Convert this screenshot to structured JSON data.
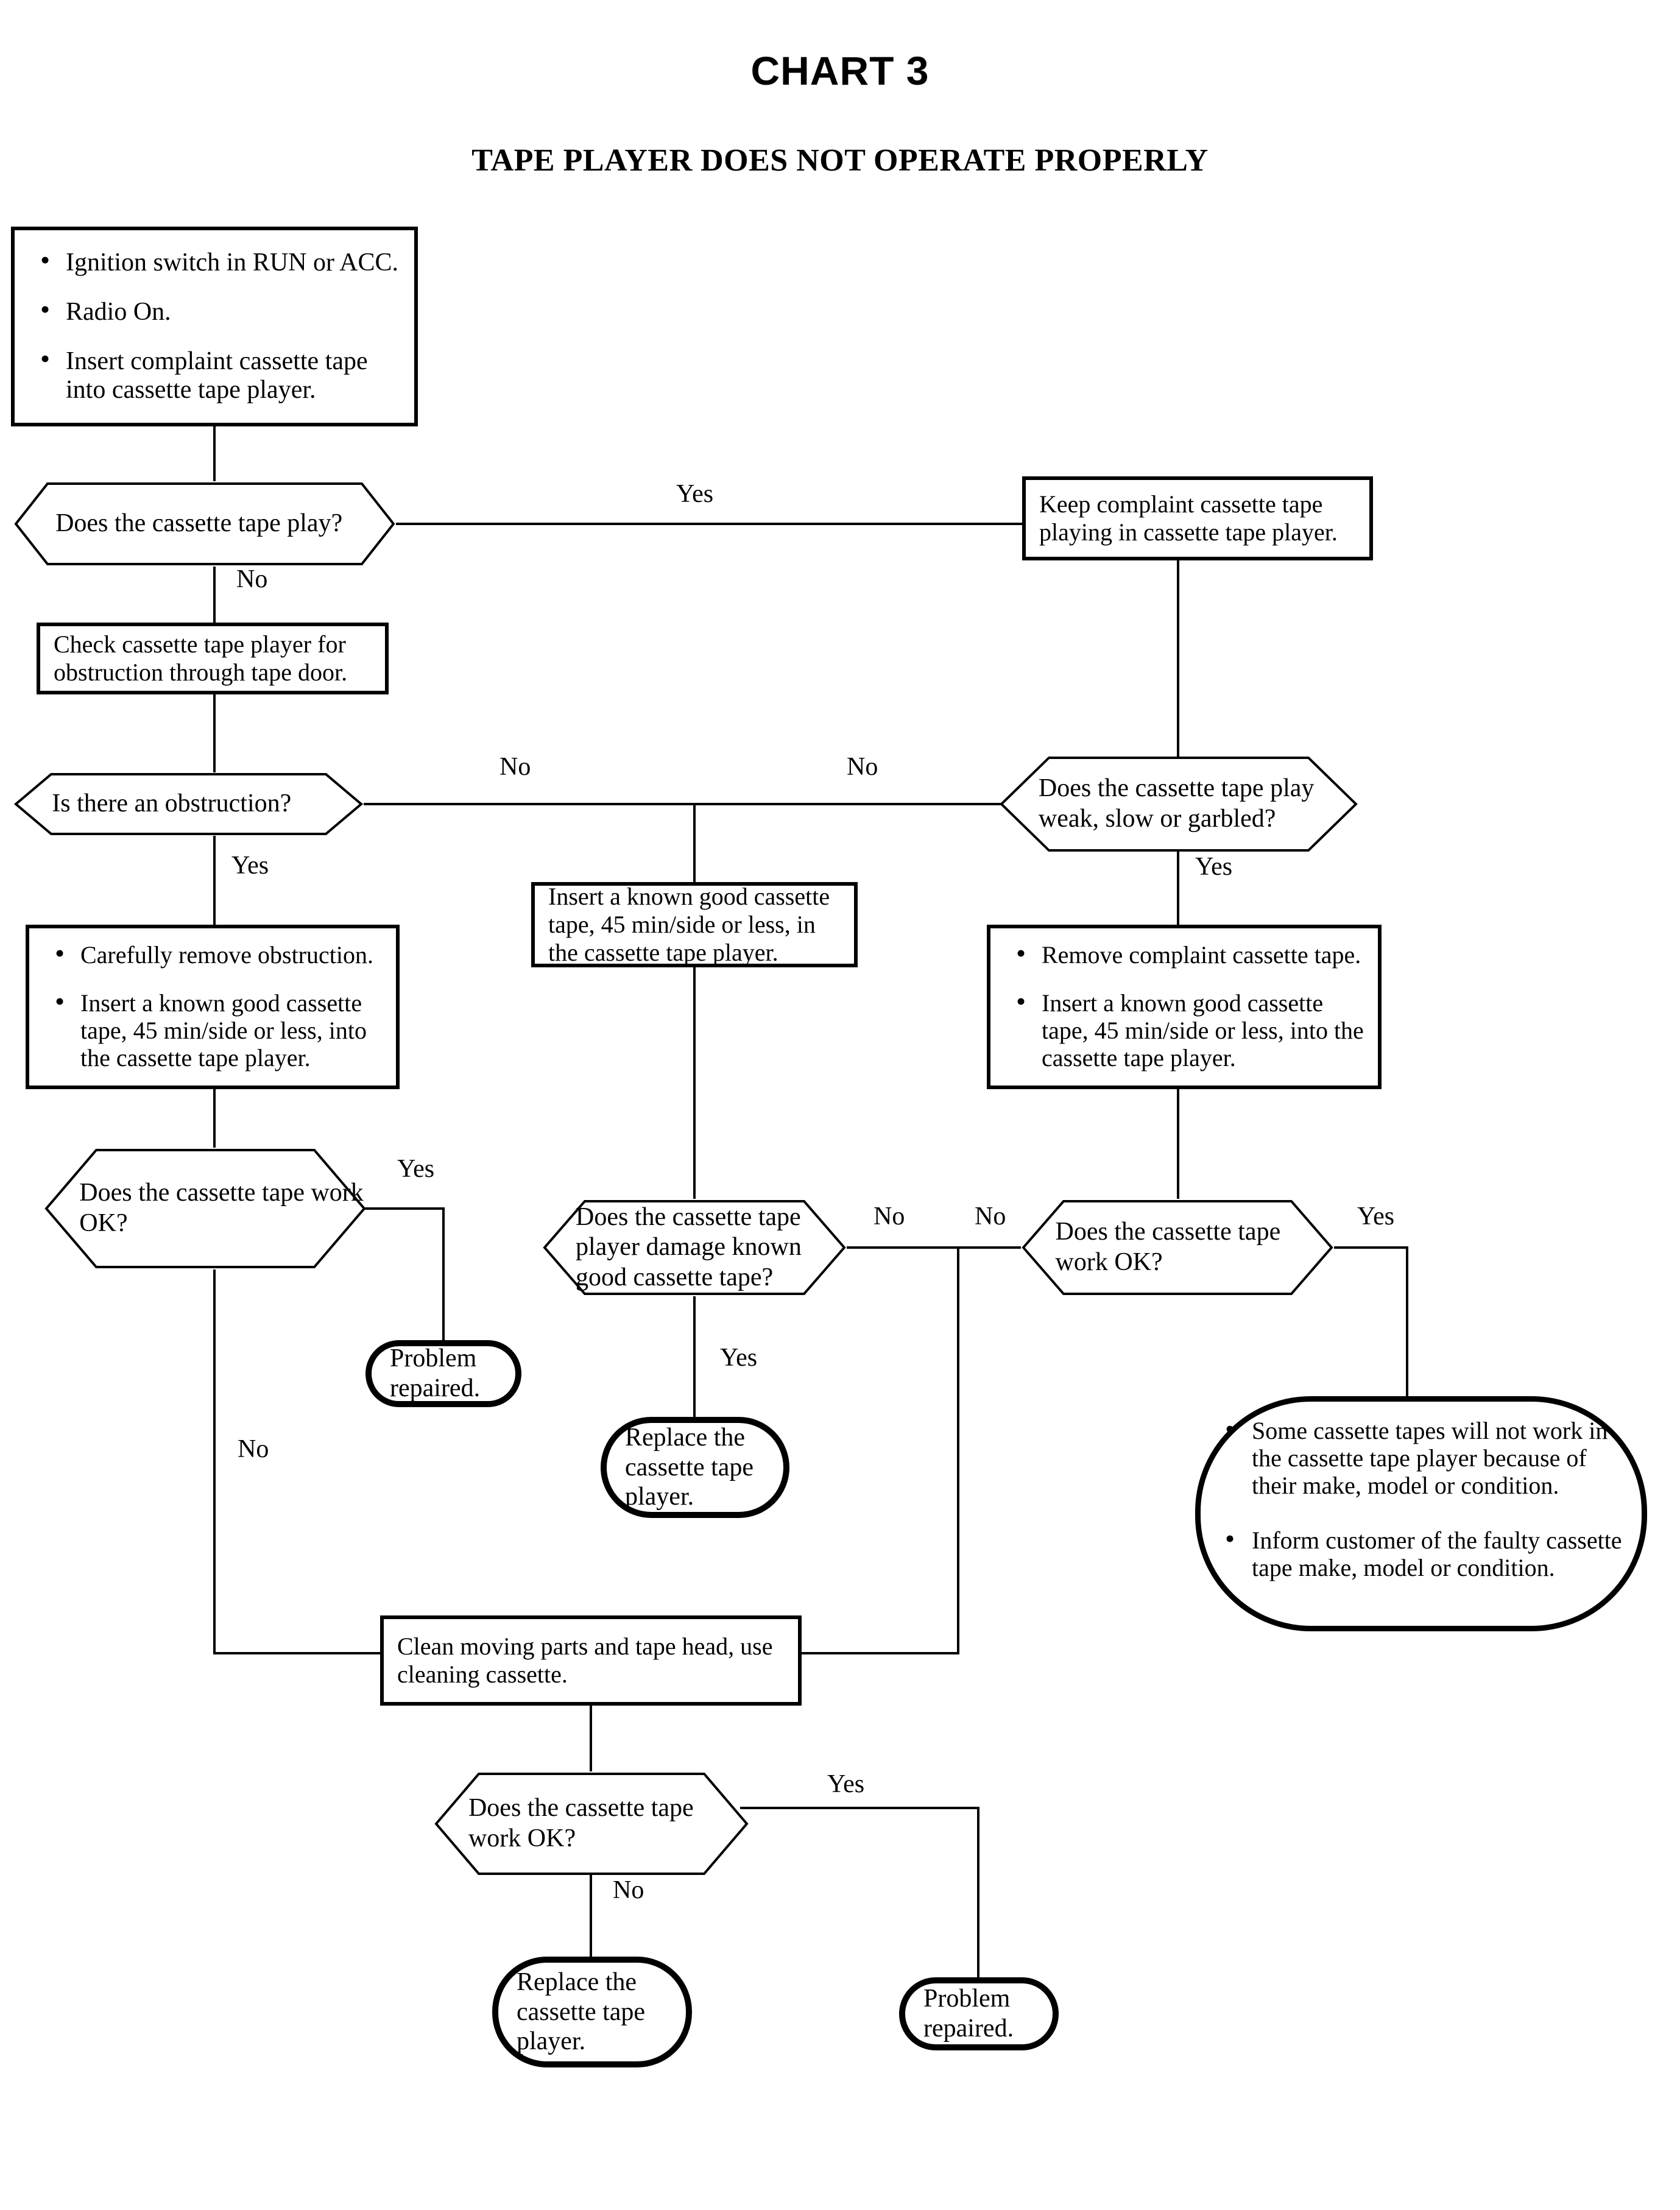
{
  "header": {
    "title": "CHART 3",
    "subtitle": "TAPE PLAYER DOES NOT OPERATE PROPERLY"
  },
  "nodes": {
    "preconditions": {
      "type": "process",
      "bullets": [
        "Ignition switch in RUN or ACC.",
        "Radio On.",
        "Insert complaint cassette tape into cassette tape player."
      ]
    },
    "q_tape_play": {
      "type": "decision",
      "text": "Does the cassette tape play?"
    },
    "keep_playing": {
      "type": "process",
      "text": "Keep complaint cassette tape playing in cassette tape player."
    },
    "check_obstruction": {
      "type": "process",
      "text": "Check cassette tape player for obstruction through tape door."
    },
    "q_obstruction": {
      "type": "decision",
      "text": "Is there an obstruction?"
    },
    "q_weak_slow": {
      "type": "decision",
      "text": "Does the cassette tape play weak, slow or garbled?"
    },
    "insert_known_good": {
      "type": "process",
      "text": "Insert a known good cassette tape, 45 min/side or less, in the cassette tape player."
    },
    "remove_obstruction": {
      "type": "process",
      "bullets": [
        "Carefully remove obstruction.",
        "Insert a known good cassette tape, 45 min/side or less, into the cassette tape player."
      ]
    },
    "remove_complaint": {
      "type": "process",
      "bullets": [
        "Remove complaint cassette tape.",
        "Insert a known good cassette tape, 45 min/side or less, into the cassette tape player."
      ]
    },
    "q_work_ok_left": {
      "type": "decision",
      "text": "Does the cassette tape work OK?"
    },
    "q_damage_known_good": {
      "type": "decision",
      "text": "Does the cassette tape player damage known good cassette tape?"
    },
    "q_work_ok_right": {
      "type": "decision",
      "text": "Does the cassette tape work OK?"
    },
    "problem_repaired_left": {
      "type": "terminal",
      "text": "Problem repaired."
    },
    "replace_player_mid": {
      "type": "terminal",
      "text": "Replace the cassette tape player."
    },
    "tape_advice": {
      "type": "note",
      "bullets": [
        "Some cassette tapes will not work in the cassette tape player because of their make, model or condition.",
        "Inform customer of the faulty cassette tape make, model or condition."
      ]
    },
    "clean_parts": {
      "type": "process",
      "text": "Clean moving parts and tape head, use cleaning cassette."
    },
    "q_work_ok_bottom": {
      "type": "decision",
      "text": "Does the cassette tape work OK?"
    },
    "replace_player_bottom": {
      "type": "terminal",
      "text": "Replace the cassette tape player."
    },
    "problem_repaired_bottom": {
      "type": "terminal",
      "text": "Problem repaired."
    }
  },
  "edge_labels": {
    "play_yes": "Yes",
    "play_no": "No",
    "obstruction_no": "No",
    "weak_no": "No",
    "obstruction_yes": "Yes",
    "weak_yes": "Yes",
    "workok_left_yes": "Yes",
    "workok_left_no": "No",
    "damage_no": "No",
    "workok_right_no": "No",
    "damage_yes": "Yes",
    "workok_right_yes": "Yes",
    "bottom_yes": "Yes",
    "bottom_no": "No"
  },
  "colors": {
    "ink": "#000000",
    "paper": "#ffffff"
  }
}
